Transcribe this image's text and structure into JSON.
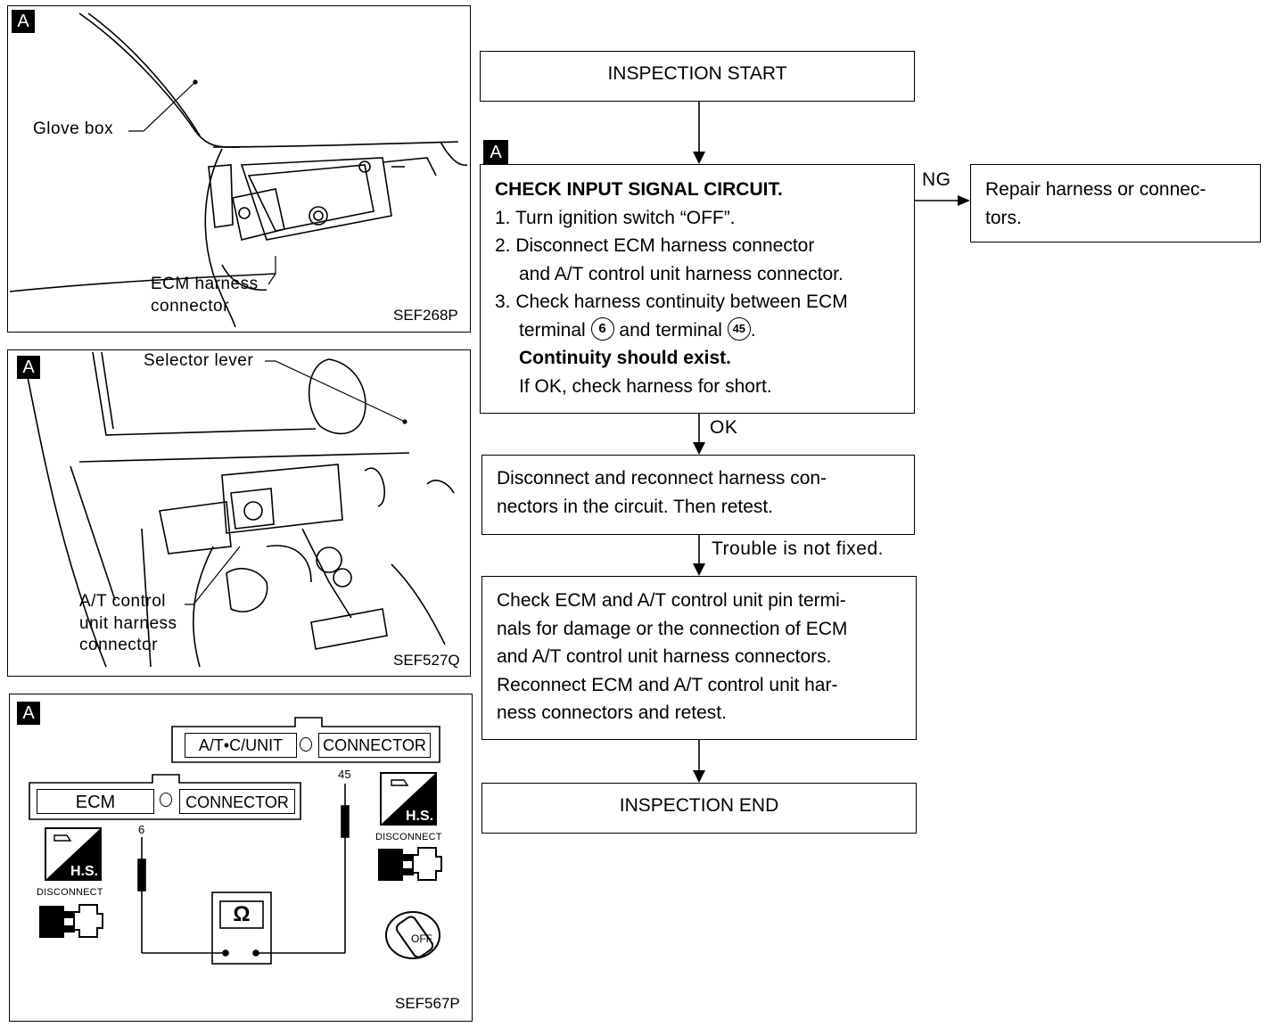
{
  "panels": {
    "glovebox": {
      "tag": "A",
      "label_glove": "Glove box",
      "label_ecm_1": "ECM harness",
      "label_ecm_2": "connector",
      "code": "SEF268P"
    },
    "selector": {
      "tag": "A",
      "label_selector": "Selector lever",
      "label_at_1": "A/T control",
      "label_at_2": "unit harness",
      "label_at_3": "connector",
      "code": "SEF527Q"
    },
    "circuit": {
      "tag": "A",
      "at_conn_left": "A/T•C/UNIT",
      "at_conn_right": "CONNECTOR",
      "ecm_conn_left": "ECM",
      "ecm_conn_right": "CONNECTOR",
      "pin_45": "45",
      "pin_6": "6",
      "meter": "Ω",
      "hs": "H.S.",
      "disconnect": "DISCONNECT",
      "off": "OFF",
      "code": "SEF567P"
    }
  },
  "flow": {
    "start": "INSPECTION START",
    "step_tag": "A",
    "check_title": "CHECK INPUT SIGNAL CIRCUIT.",
    "check_1": "1. Turn ignition switch “OFF”.",
    "check_2a": "2. Disconnect ECM harness connector",
    "check_2b": "and A/T control unit harness connector.",
    "check_3a": "3. Check harness continuity between ECM",
    "check_3b_pre": "terminal",
    "terminal_6": "6",
    "check_3b_mid": "and terminal",
    "terminal_45": "45",
    "check_3b_post": ".",
    "continuity": "Continuity should exist.",
    "if_ok": "If OK, check harness for short.",
    "ng_label": "NG",
    "ng_box_1": "Repair harness or connec-",
    "ng_box_2": "tors.",
    "ok_label": "OK",
    "reconnect_1": "Disconnect and reconnect harness con-",
    "reconnect_2": "nectors in the circuit. Then retest.",
    "not_fixed": "Trouble is not fixed.",
    "pins_1": "Check ECM and A/T control unit pin termi-",
    "pins_2": "nals for damage or the connection of ECM",
    "pins_3": "and A/T control unit harness connectors.",
    "pins_4": "Reconnect ECM and A/T control unit har-",
    "pins_5": "ness connectors and retest.",
    "end": "INSPECTION END"
  }
}
